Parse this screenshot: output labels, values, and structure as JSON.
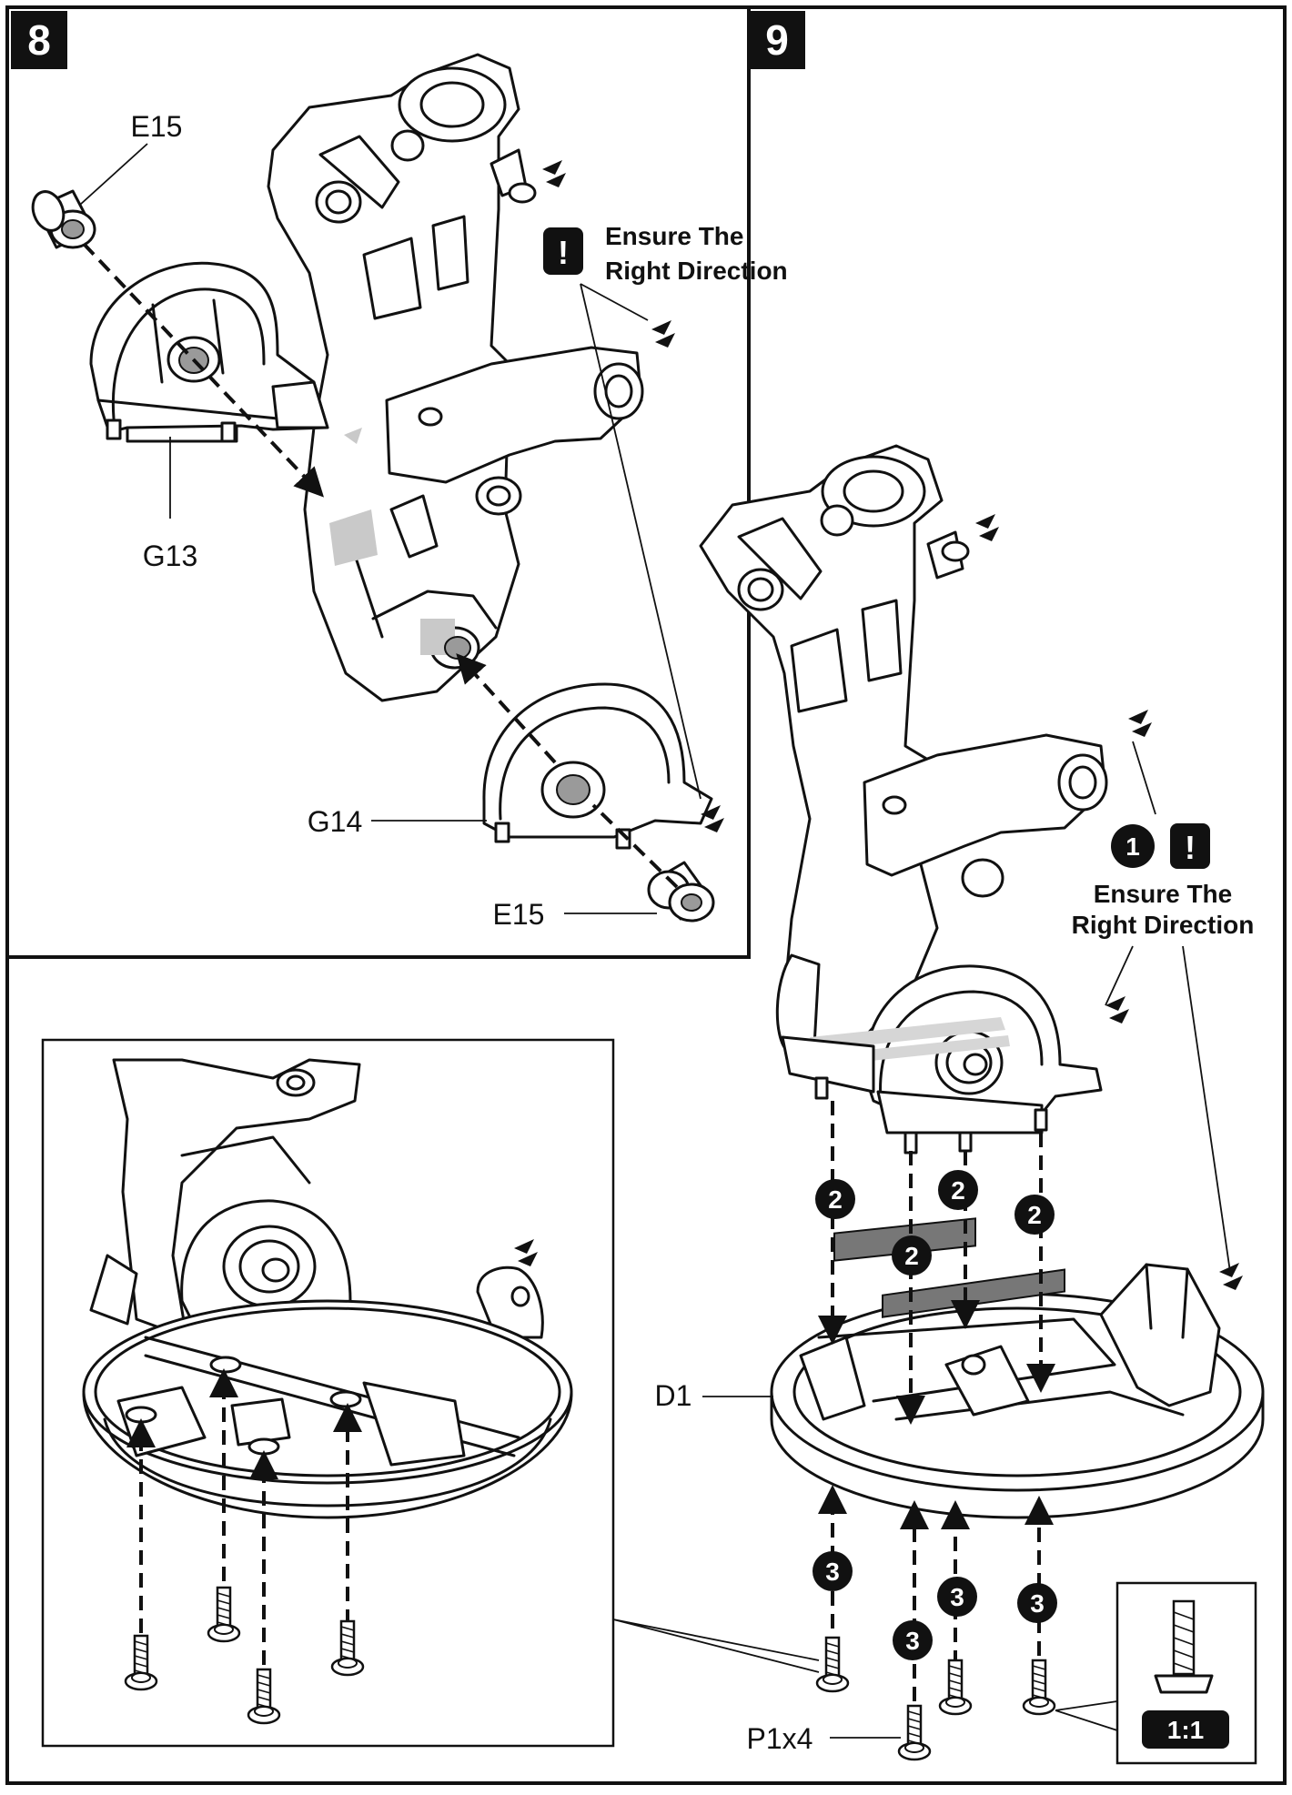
{
  "steps": {
    "step8": "8",
    "step9": "9"
  },
  "step8_labels": {
    "e15_top": "E15",
    "g13": "G13",
    "g14": "G14",
    "e15_bottom": "E15",
    "warning_line1": "Ensure The",
    "warning_line2": "Right Direction",
    "warning_icon": "!"
  },
  "step9_labels": {
    "seq1": "1",
    "warning_icon": "!",
    "warning_line1": "Ensure The",
    "warning_line2": "Right Direction",
    "d1": "D1",
    "p1x4": "P1x4",
    "scale": "1:1"
  },
  "seq_badges": {
    "two": "2",
    "three": "3"
  },
  "icons": [
    "warning-exclamation-icon",
    "alignment-marker-icon",
    "screw-icon",
    "insertion-arrow-icon"
  ],
  "colors": {
    "ink": "#111111",
    "paper": "#ffffff",
    "highlight": "#c9c9c9"
  }
}
